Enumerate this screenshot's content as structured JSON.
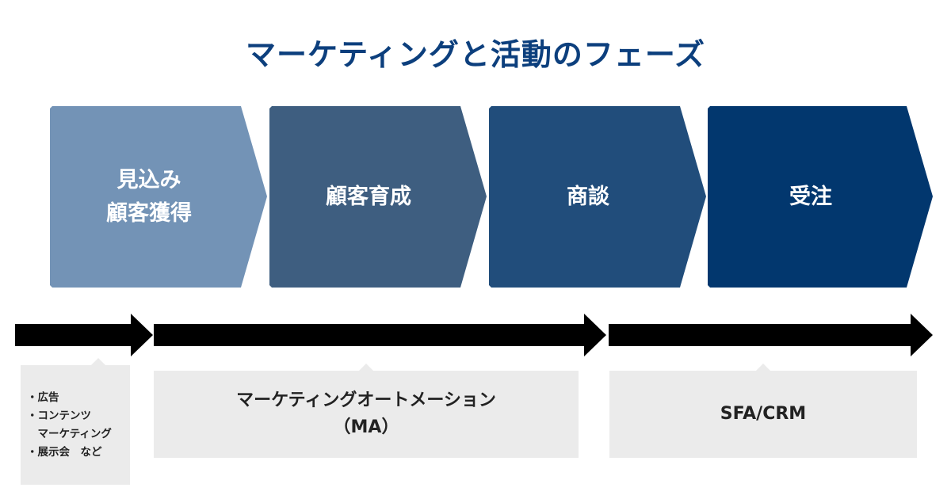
{
  "title": "マーケティングと活動のフェーズ",
  "phases": [
    {
      "lines": [
        "見込み",
        "顧客獲得"
      ],
      "color": "#7393b6"
    },
    {
      "lines": [
        "顧客育成"
      ],
      "color": "#3e5e80"
    },
    {
      "lines": [
        "商談"
      ],
      "color": "#214d7b"
    },
    {
      "lines": [
        "受注"
      ],
      "color": "#02376e"
    }
  ],
  "callouts": {
    "first": {
      "bullets": [
        "・広告",
        "・コンテンツ",
        "　マーケティング",
        "・展示会　など"
      ]
    },
    "ma": {
      "lines": [
        "マーケティングオートメーション",
        "（MA）"
      ]
    },
    "sfa": {
      "lines": [
        "SFA/CRM"
      ]
    }
  },
  "arrow_color": "#000000",
  "callout_bg": "#ebebeb"
}
